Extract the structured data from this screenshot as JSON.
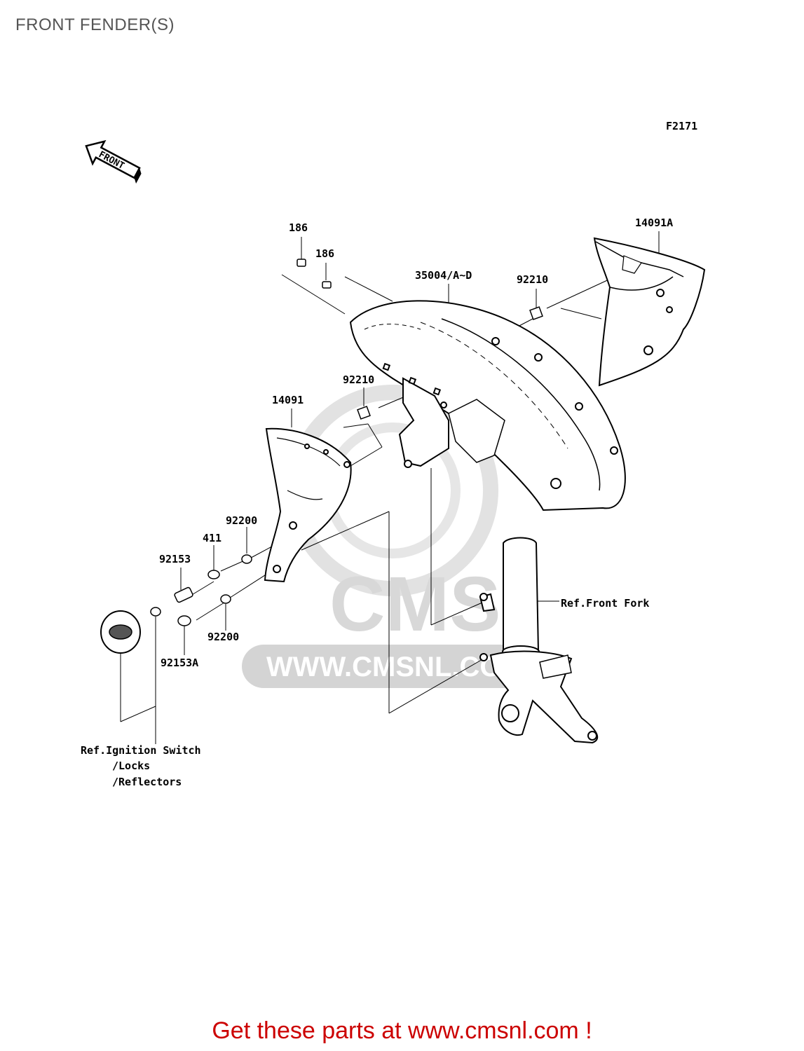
{
  "title": "FRONT FENDER(S)",
  "figure_code": "F2171",
  "front_arrow_label": "FRONT",
  "parts": {
    "p186a": "186",
    "p186b": "186",
    "p35004": "35004/A~D",
    "p92210a": "92210",
    "p14091A": "14091A",
    "p92210b": "92210",
    "p14091": "14091",
    "p92200a": "92200",
    "p411": "411",
    "p92153": "92153",
    "p92200b": "92200",
    "p92153A": "92153A"
  },
  "refs": {
    "front_fork": "Ref.Front Fork",
    "ignition_line1": "Ref.Ignition Switch",
    "ignition_line2": "/Locks",
    "ignition_line3": "/Reflectors"
  },
  "watermark": {
    "logo": "CMS",
    "url": "WWW.CMSNL.COM"
  },
  "cta": "Get these parts at www.cmsnl.com !",
  "colors": {
    "cta": "#cc0000",
    "title": "#555555",
    "watermark": "#d8d8d8"
  }
}
